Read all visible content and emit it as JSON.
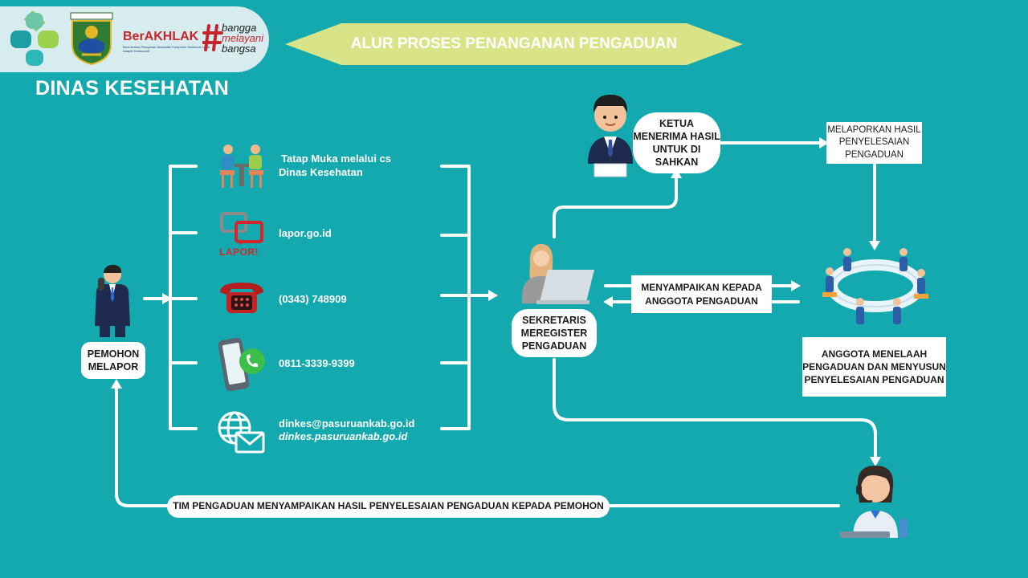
{
  "header": {
    "berakhlak_logo": "BerAKHLAK",
    "berakhlak_tagline": "Berorientasi Pelayanan Akuntabel Kompeten Harmonis Loyal Adaptif Kolaboratif",
    "bangga_line1": "bangga",
    "bangga_line2": "melayani",
    "bangga_line3": "bangsa",
    "title": "DINAS KESEHATAN",
    "banner": "ALUR PROSES PENANGANAN PENGADUAN"
  },
  "channels": [
    {
      "line1": "Tatap Muka melalui cs",
      "line2": "Dinas Kesehatan",
      "icon": "meeting-icon"
    },
    {
      "line1": "lapor.go.id",
      "icon": "lapor-icon",
      "icon_text": "LAPOR!"
    },
    {
      "line1": "(0343) 748909",
      "icon": "telephone-icon"
    },
    {
      "line1": "0811-3339-9399",
      "icon": "whatsapp-icon"
    },
    {
      "line1": "dinkes@pasuruankab.go.id",
      "line2": "dinkes.pasuruankab.go.id",
      "icon": "web-mail-icon"
    }
  ],
  "nodes": {
    "pemohon": "PEMOHON MELAPOR",
    "sekretaris": "SEKRETARIS MEREGISTER PENGADUAN",
    "ketua": "KETUA MENERIMA HASIL UNTUK DI SAHKAN",
    "melaporkan": "MELAPORKAN HASIL PENYELESAIAN PENGADUAN",
    "menyampaikan": "MENYAMPAIKAN KEPADA ANGGOTA PENGADUAN",
    "anggota": "ANGGOTA MENELAAH PENGADUAN DAN MENYUSUN PENYELESAIAN PENGADUAN",
    "tim": "TIM PENGADUAN MENYAMPAIKAN HASIL PENYELESAIAN PENGADUAN KEPADA PEMOHON"
  },
  "colors": {
    "background": "#13a9ae",
    "banner": "#d9e489",
    "logo_bar": "#d6ecee",
    "berakhlak_red": "#c5262b"
  }
}
